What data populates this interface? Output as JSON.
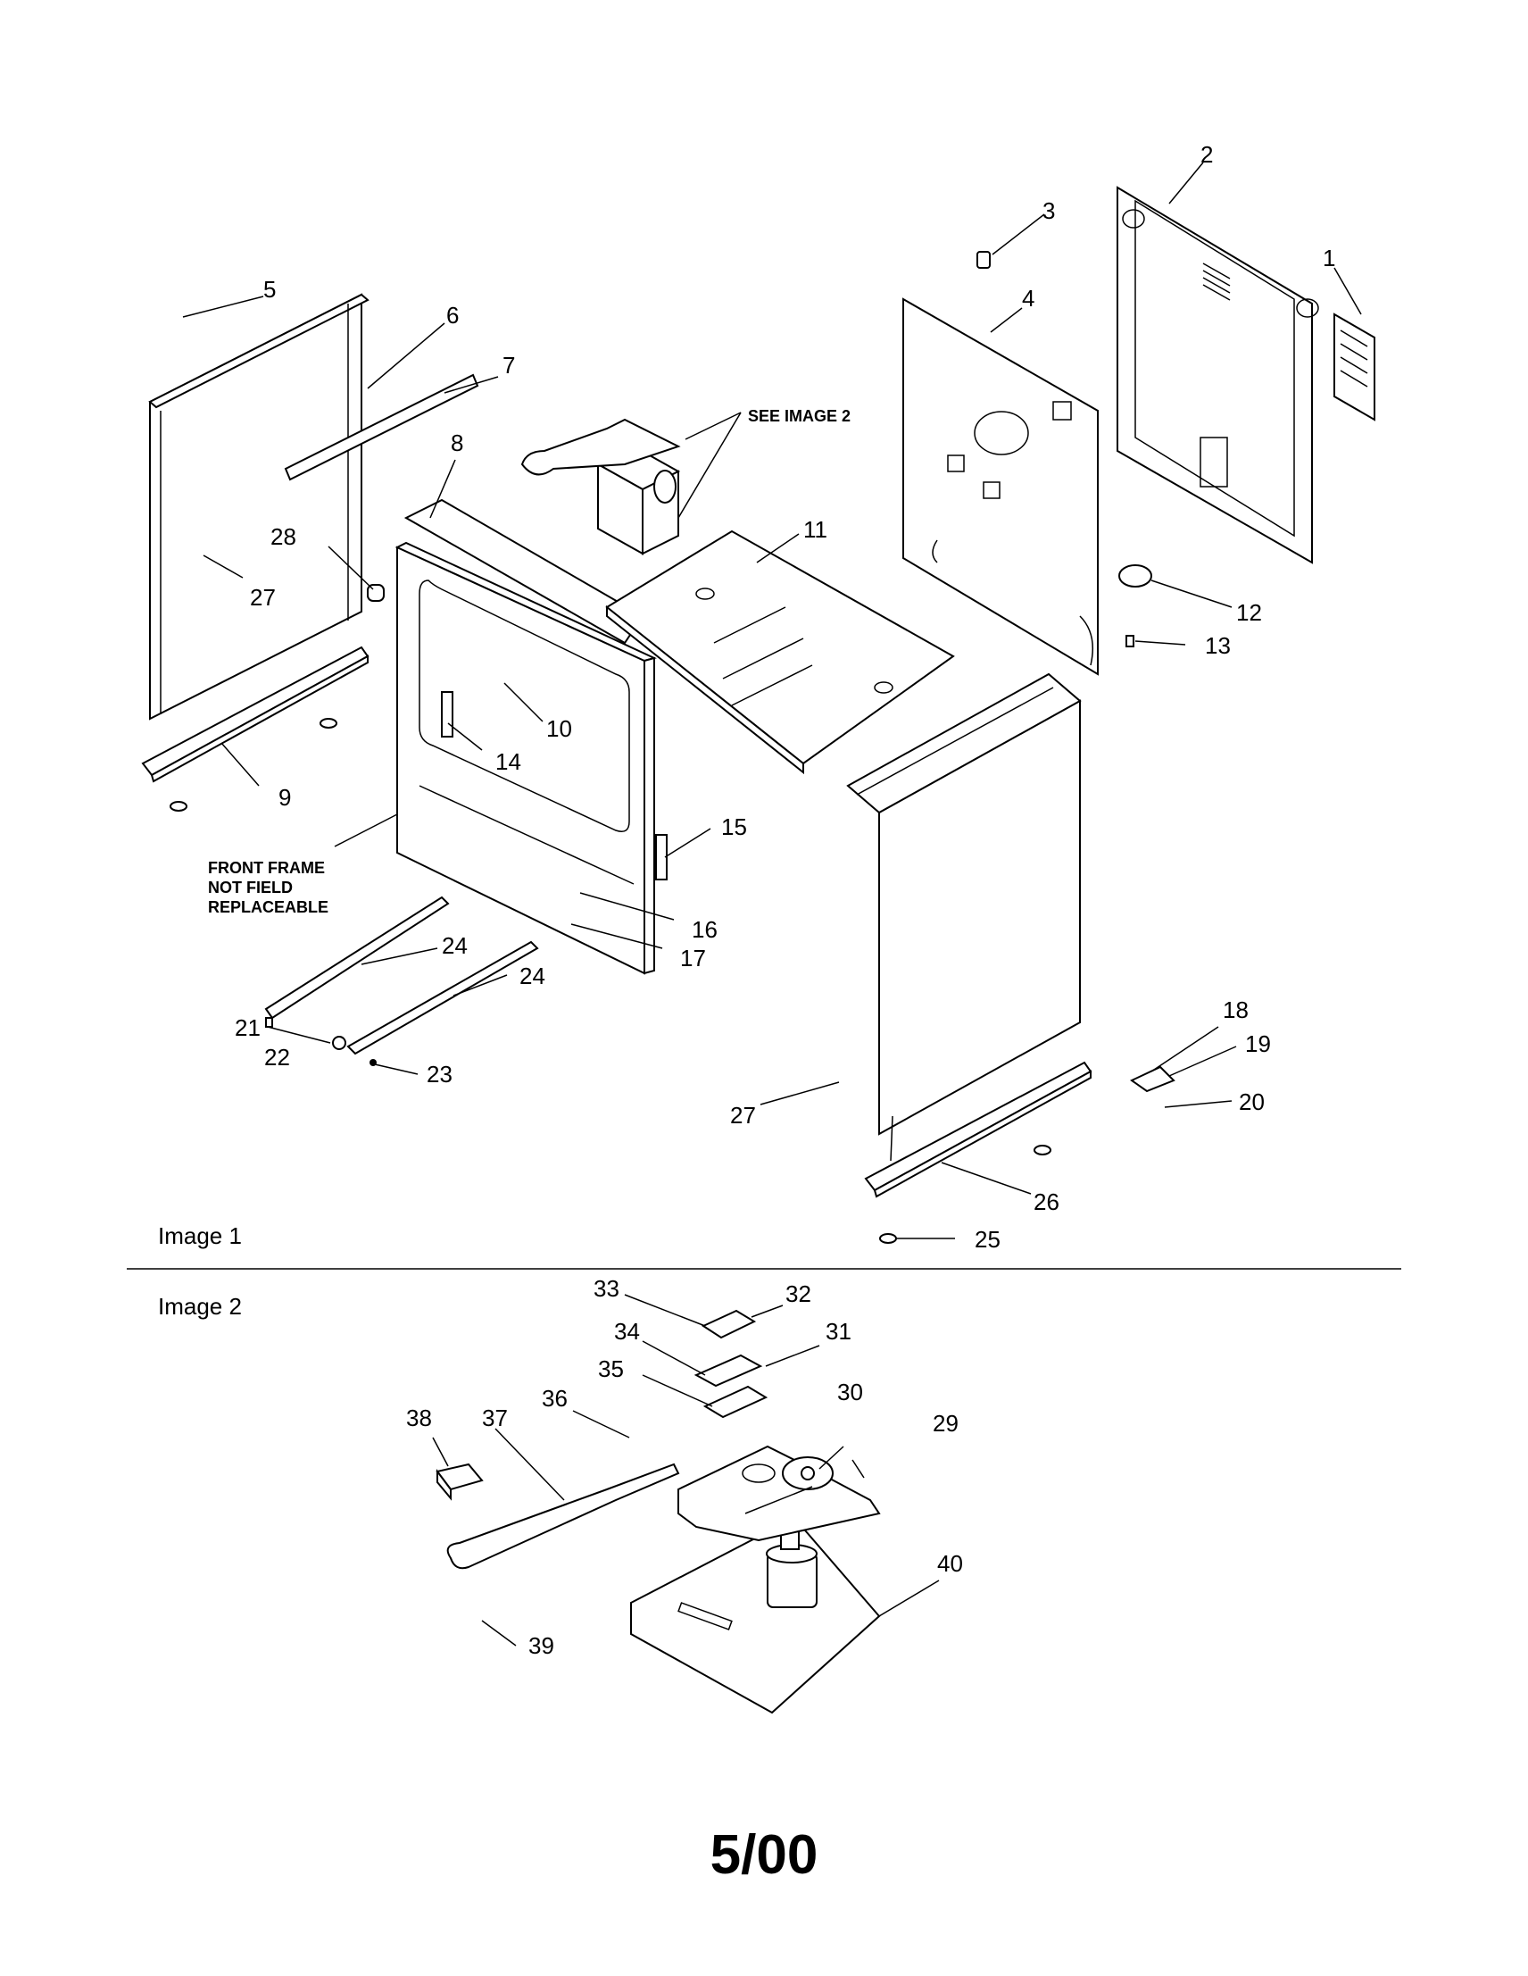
{
  "sections": {
    "image1": "Image 1",
    "image2": "Image 2"
  },
  "notes": {
    "front_frame_1": "FRONT FRAME",
    "front_frame_2": "NOT FIELD",
    "front_frame_3": "REPLACEABLE",
    "see_image_2": "SEE IMAGE 2"
  },
  "callouts": [
    "1",
    "2",
    "3",
    "4",
    "5",
    "6",
    "7",
    "8",
    "9",
    "10",
    "11",
    "12",
    "13",
    "14",
    "15",
    "16",
    "17",
    "18",
    "19",
    "20",
    "21",
    "22",
    "23",
    "24",
    "24",
    "25",
    "26",
    "27",
    "27",
    "28",
    "29",
    "30",
    "31",
    "32",
    "33",
    "34",
    "35",
    "36",
    "37",
    "38",
    "39",
    "40"
  ],
  "footer": "5/00"
}
